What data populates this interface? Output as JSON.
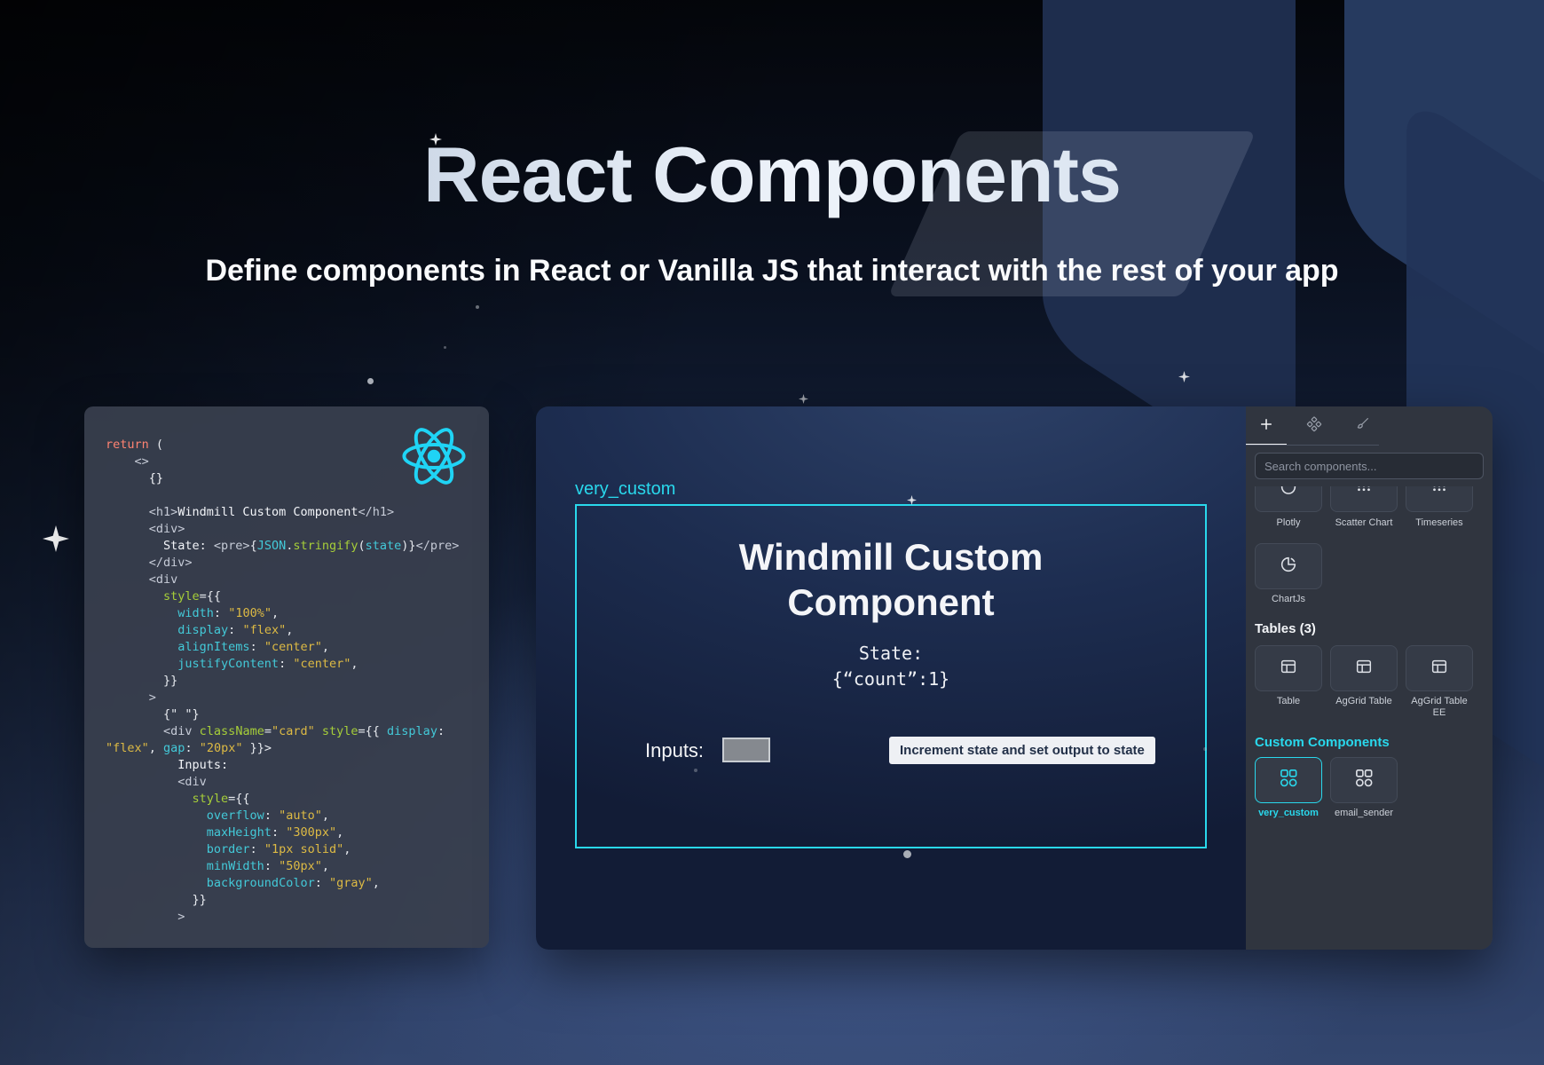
{
  "hero": {
    "title": "React Components",
    "subtitle": "Define components in React or Vanilla JS that interact with the rest of your app"
  },
  "colors": {
    "accent_cyan": "#29d8ec",
    "react_logo_cyan": "#1fd4f5",
    "button_bg": "#eef0f4",
    "button_text": "#223048",
    "code_string_gold": "#ddba44",
    "code_keyword_salmon": "#ff8372"
  },
  "code_panel": {
    "lines": [
      [
        [
          "kw",
          "return"
        ],
        [
          "pl",
          " ("
        ]
      ],
      [
        [
          "tag",
          "    <>"
        ]
      ],
      [
        [
          "txt",
          "      {}"
        ]
      ],
      [],
      [
        [
          "tag",
          "      <h1>"
        ],
        [
          "txt",
          "Windmill Custom Component"
        ],
        [
          "tag",
          "</h1>"
        ]
      ],
      [
        [
          "tag",
          "      <div>"
        ]
      ],
      [
        [
          "txt",
          "        State: "
        ],
        [
          "tag",
          "<pre>"
        ],
        [
          "pl",
          "{"
        ],
        [
          "prop",
          "JSON"
        ],
        [
          "pl",
          "."
        ],
        [
          "attr",
          "stringify"
        ],
        [
          "pl",
          "("
        ],
        [
          "prop",
          "state"
        ],
        [
          "pl",
          ")}"
        ],
        [
          "tag",
          "</pre>"
        ]
      ],
      [
        [
          "tag",
          "      </div>"
        ]
      ],
      [
        [
          "tag",
          "      <div"
        ]
      ],
      [
        [
          "attr",
          "        style"
        ],
        [
          "pl",
          "={{"
        ]
      ],
      [
        [
          "prop",
          "          width"
        ],
        [
          "pl",
          ": "
        ],
        [
          "str",
          "\"100%\""
        ],
        [
          "pl",
          ","
        ]
      ],
      [
        [
          "prop",
          "          display"
        ],
        [
          "pl",
          ": "
        ],
        [
          "str",
          "\"flex\""
        ],
        [
          "pl",
          ","
        ]
      ],
      [
        [
          "prop",
          "          alignItems"
        ],
        [
          "pl",
          ": "
        ],
        [
          "str",
          "\"center\""
        ],
        [
          "pl",
          ","
        ]
      ],
      [
        [
          "prop",
          "          justifyContent"
        ],
        [
          "pl",
          ": "
        ],
        [
          "str",
          "\"center\""
        ],
        [
          "pl",
          ","
        ]
      ],
      [
        [
          "pl",
          "        }}"
        ]
      ],
      [
        [
          "tag",
          "      >"
        ]
      ],
      [
        [
          "pl",
          "        {\" \"}"
        ]
      ],
      [
        [
          "tag",
          "        <div"
        ],
        [
          "attr",
          " className"
        ],
        [
          "pl",
          "="
        ],
        [
          "str",
          "\"card\""
        ],
        [
          "attr",
          " style"
        ],
        [
          "pl",
          "={{ "
        ],
        [
          "prop",
          "display"
        ],
        [
          "pl",
          ":"
        ]
      ],
      [
        [
          "str",
          "\"flex\""
        ],
        [
          "pl",
          ", "
        ],
        [
          "prop",
          "gap"
        ],
        [
          "pl",
          ": "
        ],
        [
          "str",
          "\"20px\""
        ],
        [
          "pl",
          " }}>"
        ]
      ],
      [
        [
          "txt",
          "          Inputs:"
        ]
      ],
      [
        [
          "tag",
          "          <div"
        ]
      ],
      [
        [
          "attr",
          "            style"
        ],
        [
          "pl",
          "={{"
        ]
      ],
      [
        [
          "prop",
          "              overflow"
        ],
        [
          "pl",
          ": "
        ],
        [
          "str",
          "\"auto\""
        ],
        [
          "pl",
          ","
        ]
      ],
      [
        [
          "prop",
          "              maxHeight"
        ],
        [
          "pl",
          ": "
        ],
        [
          "str",
          "\"300px\""
        ],
        [
          "pl",
          ","
        ]
      ],
      [
        [
          "prop",
          "              border"
        ],
        [
          "pl",
          ": "
        ],
        [
          "str",
          "\"1px solid\""
        ],
        [
          "pl",
          ","
        ]
      ],
      [
        [
          "prop",
          "              minWidth"
        ],
        [
          "pl",
          ": "
        ],
        [
          "str",
          "\"50px\""
        ],
        [
          "pl",
          ","
        ]
      ],
      [
        [
          "prop",
          "              backgroundColor"
        ],
        [
          "pl",
          ": "
        ],
        [
          "str",
          "\"gray\""
        ],
        [
          "pl",
          ","
        ]
      ],
      [
        [
          "pl",
          "            }}"
        ]
      ],
      [
        [
          "tag",
          "          >"
        ]
      ]
    ]
  },
  "preview": {
    "component_label": "very_custom",
    "heading": "Windmill Custom Component",
    "state_label": "State:",
    "state_value": "{“count”:1}",
    "inputs_label": "Inputs:",
    "button_label": "Increment state and set output to state"
  },
  "sidebar": {
    "tabs": [
      {
        "id": "add",
        "icon": "plus-icon",
        "active": true
      },
      {
        "id": "components",
        "icon": "components-icon",
        "active": false
      },
      {
        "id": "style",
        "icon": "brush-icon",
        "active": false
      }
    ],
    "search_placeholder": "Search components...",
    "clipped_cards": [
      {
        "label": "Plotly",
        "icon": "plotly-icon"
      },
      {
        "label": "Scatter Chart",
        "icon": "dots-icon"
      },
      {
        "label": "Timeseries",
        "icon": "dots-icon"
      }
    ],
    "chart_cards": [
      {
        "label": "ChartJs",
        "icon": "pie-icon"
      }
    ],
    "tables_header": "Tables (3)",
    "table_cards": [
      {
        "label": "Table",
        "icon": "table-icon"
      },
      {
        "label": "AgGrid Table",
        "icon": "table-icon"
      },
      {
        "label": "AgGrid Table EE",
        "icon": "table-icon"
      }
    ],
    "custom_header": "Custom Components",
    "custom_cards": [
      {
        "label": "very_custom",
        "icon": "component-icon",
        "accent": true
      },
      {
        "label": "email_sender",
        "icon": "component-icon"
      }
    ]
  }
}
